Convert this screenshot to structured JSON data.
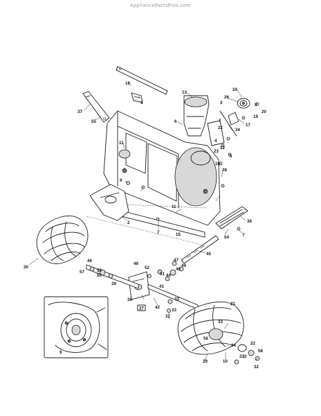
{
  "header": {
    "watermark": "AppliancePartsPros.com"
  },
  "diagram": {
    "callouts": [
      "18",
      "1",
      "13",
      "26",
      "24",
      "3",
      "8",
      "20",
      "19",
      "37",
      "55",
      "7",
      "34",
      "17",
      "22",
      "11",
      "4",
      "12",
      "5",
      "16",
      "6",
      "23",
      "9",
      "28",
      "2",
      "11",
      "36",
      "7",
      "15",
      "54",
      "7",
      "30",
      "45",
      "46",
      "47",
      "40",
      "49",
      "53",
      "57",
      "50",
      "48",
      "52",
      "51",
      "44",
      "41",
      "39",
      "38",
      "42",
      "21",
      "33",
      "31",
      "33",
      "27",
      "22",
      "34",
      "29",
      "10",
      "32",
      "58",
      "56",
      "9"
    ],
    "boxed_callout": "27",
    "inset_callout": "9"
  }
}
